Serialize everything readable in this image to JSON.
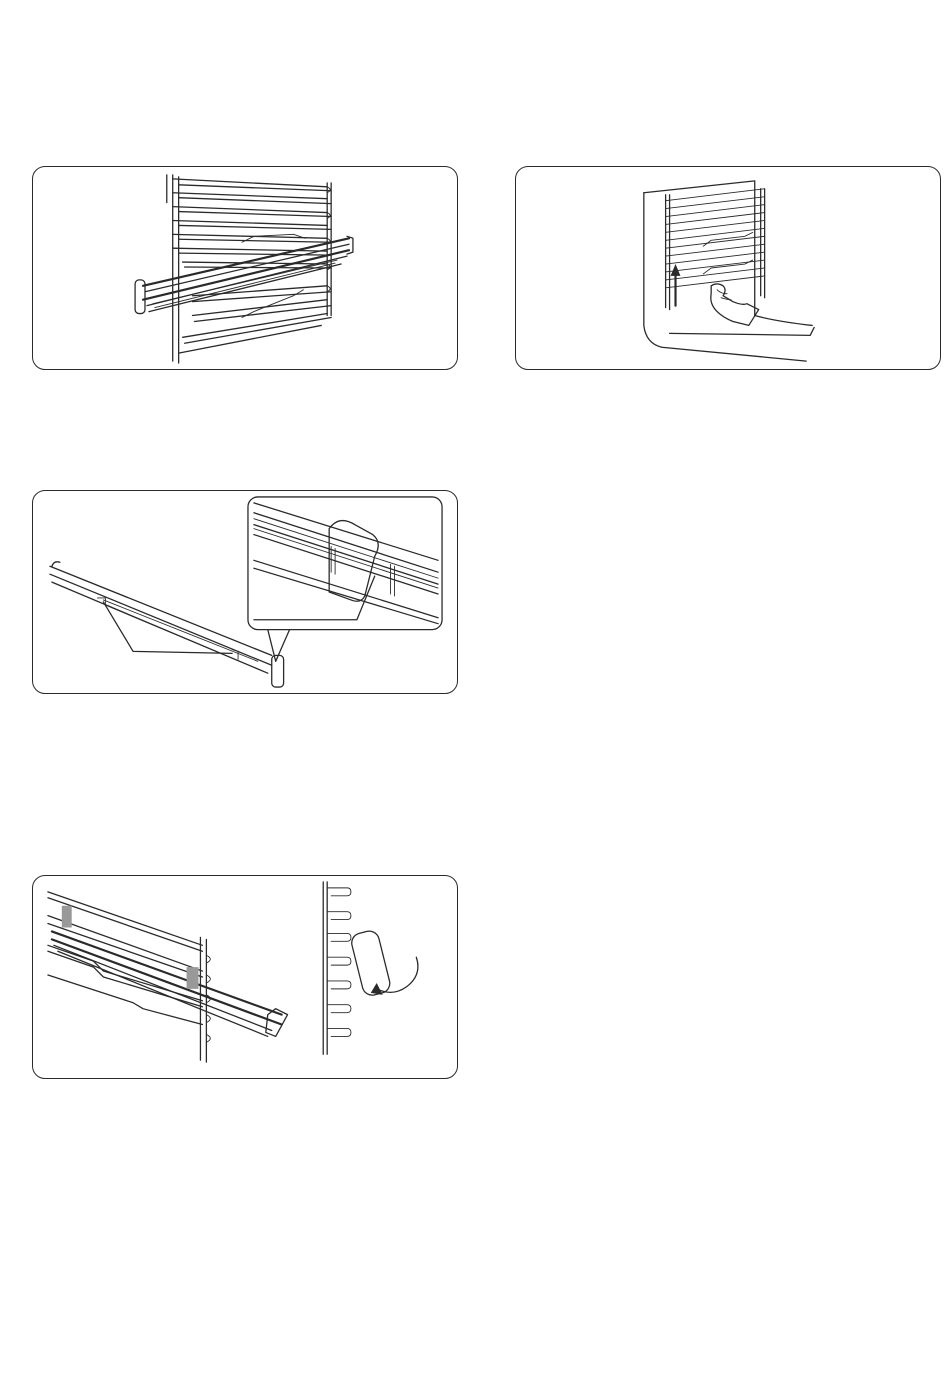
{
  "figures": [
    {
      "id": "panel-1",
      "illustration": "rack-with-telescopic-runner-illustration"
    },
    {
      "id": "panel-2",
      "illustration": "hand-lifting-side-rack-illustration"
    },
    {
      "id": "panel-3",
      "illustration": "telescopic-runner-clip-detail-illustration"
    },
    {
      "id": "panel-4",
      "illustration": "runner-fitting-and-rotation-illustration"
    }
  ]
}
